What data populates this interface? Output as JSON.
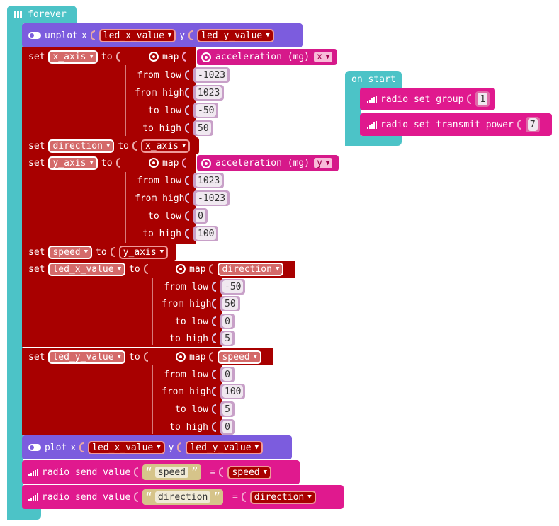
{
  "forever": {
    "label": "forever"
  },
  "unplot": {
    "label": "unplot",
    "x_label": "x",
    "x_var": "led_x_value",
    "y_label": "y",
    "y_var": "led_y_value"
  },
  "blocks": {
    "set_x_axis": {
      "set": "set",
      "var": "x_axis",
      "to": "to",
      "map": "map",
      "accel": "acceleration (mg)",
      "axis": "x",
      "params": [
        {
          "label": "from low",
          "value": "-1023"
        },
        {
          "label": "from high",
          "value": "1023"
        },
        {
          "label": "to low",
          "value": "-50"
        },
        {
          "label": "to high",
          "value": "50"
        }
      ]
    },
    "set_direction": {
      "set": "set",
      "var": "direction",
      "to": "to",
      "value": "x_axis"
    },
    "set_y_axis": {
      "set": "set",
      "var": "y_axis",
      "to": "to",
      "map": "map",
      "accel": "acceleration (mg)",
      "axis": "y",
      "params": [
        {
          "label": "from low",
          "value": "1023"
        },
        {
          "label": "from high",
          "value": "-1023"
        },
        {
          "label": "to low",
          "value": "0"
        },
        {
          "label": "to high",
          "value": "100"
        }
      ]
    },
    "set_speed": {
      "set": "set",
      "var": "speed",
      "to": "to",
      "value": "y_axis"
    },
    "set_led_x": {
      "set": "set",
      "var": "led_x_value",
      "to": "to",
      "map": "map",
      "source": "direction",
      "params": [
        {
          "label": "from low",
          "value": "-50"
        },
        {
          "label": "from high",
          "value": "50"
        },
        {
          "label": "to low",
          "value": "0"
        },
        {
          "label": "to high",
          "value": "5"
        }
      ]
    },
    "set_led_y": {
      "set": "set",
      "var": "led_y_value",
      "to": "to",
      "map": "map",
      "source": "speed",
      "params": [
        {
          "label": "from low",
          "value": "0"
        },
        {
          "label": "from high",
          "value": "100"
        },
        {
          "label": "to low",
          "value": "5"
        },
        {
          "label": "to high",
          "value": "0"
        }
      ]
    }
  },
  "plot": {
    "label": "plot",
    "x_label": "x",
    "x_var": "led_x_value",
    "y_label": "y",
    "y_var": "led_y_value"
  },
  "send1": {
    "label": "radio send value",
    "key": "speed",
    "eq": "=",
    "var": "speed"
  },
  "send2": {
    "label": "radio send value",
    "key": "direction",
    "eq": "=",
    "var": "direction"
  },
  "on_start": {
    "label": "on start",
    "group_label": "radio set group",
    "group_value": "1",
    "power_label": "radio set transmit power",
    "power_value": "7"
  },
  "colors": {
    "loops": "#4cc3c7",
    "led": "#7c5cde",
    "variables": "#a80000",
    "radio": "#e0198e",
    "input": "#d6198a"
  }
}
